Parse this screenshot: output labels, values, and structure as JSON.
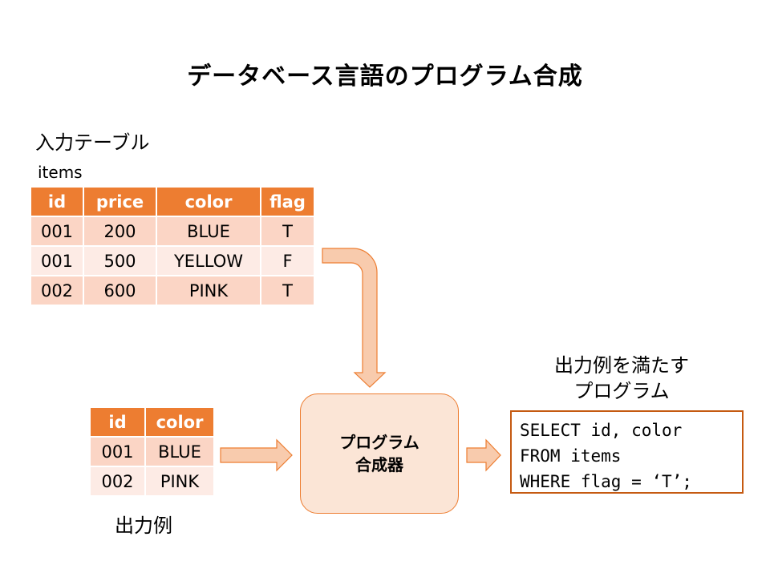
{
  "title": "データベース言語のプログラム合成",
  "input_caption": "入力テーブル",
  "input_table": {
    "name": "items",
    "headers": [
      "id",
      "price",
      "color",
      "flag"
    ],
    "rows": [
      [
        "001",
        "200",
        "BLUE",
        "T"
      ],
      [
        "001",
        "500",
        "YELLOW",
        "F"
      ],
      [
        "002",
        "600",
        "PINK",
        "T"
      ]
    ]
  },
  "output_table": {
    "headers": [
      "id",
      "color"
    ],
    "rows": [
      [
        "001",
        "BLUE"
      ],
      [
        "002",
        "PINK"
      ]
    ]
  },
  "output_caption": "出力例",
  "synthesizer": {
    "line1": "プログラム",
    "line2": "合成器"
  },
  "program_caption": {
    "line1": "出力例を満たす",
    "line2": "プログラム"
  },
  "sql": {
    "line1": "SELECT id, color",
    "line2": "FROM items",
    "line3": "WHERE flag = ‘T’;"
  },
  "colors": {
    "header": "#ED7D31",
    "row_odd": "#FBD5C5",
    "row_even": "#FDEBE5",
    "box_fill": "#FBE5D6",
    "arrow_fill": "#F8CBAD",
    "arrow_stroke": "#ED7D31"
  }
}
